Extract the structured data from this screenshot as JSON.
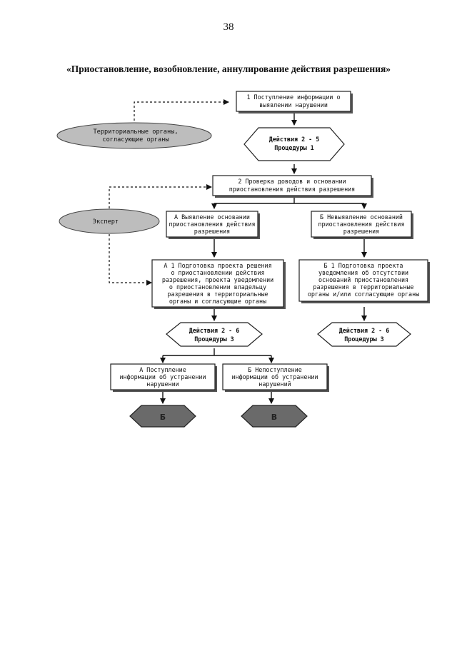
{
  "page": {
    "number": "38",
    "title": "«Приостановление, возобновление, аннулирование действия разрешения»"
  },
  "nodes": {
    "n1": [
      "1  Поступление информации о",
      "выявлении нарушении"
    ],
    "territorial": [
      "Территориальные органы,",
      "согласующие органы"
    ],
    "hex1": [
      "Действия 2 - 5",
      "Процедуры 1"
    ],
    "n2": [
      "2  Проверка доводов и основании",
      "приостановления действия разрешения"
    ],
    "expert": [
      "Эксперт"
    ],
    "a": [
      "А  Выявление основании",
      "приостановления действия",
      "разрешения"
    ],
    "b": [
      "Б  Невыявление оснований",
      "приостановления действия",
      "разрешения"
    ],
    "a1": [
      "А 1  Подготовка проекта решения",
      "о приостановлении действия",
      "разрешения, проекта уведомлении",
      "о приостановлении владельцу",
      "разрешения в территориальные",
      "органы и согласующие органы"
    ],
    "b1": [
      "Б 1  Подготовка проекта",
      "уведомления об отсутствии",
      "оснований приостановления",
      "разрешения в территориальные",
      "органы и/или согласующие органы"
    ],
    "hexA": [
      "Действия 2 - 6",
      "Процедуры 3"
    ],
    "hexB": [
      "Действия 2 - 6",
      "Процедуры 3"
    ],
    "aa": [
      "А  Поступление",
      "информации об устранении",
      "нарушении"
    ],
    "ab": [
      "Б  Непоступление",
      "информации об устранении",
      "нарушений"
    ],
    "darkA": [
      "Б"
    ],
    "darkB": [
      "В"
    ]
  }
}
